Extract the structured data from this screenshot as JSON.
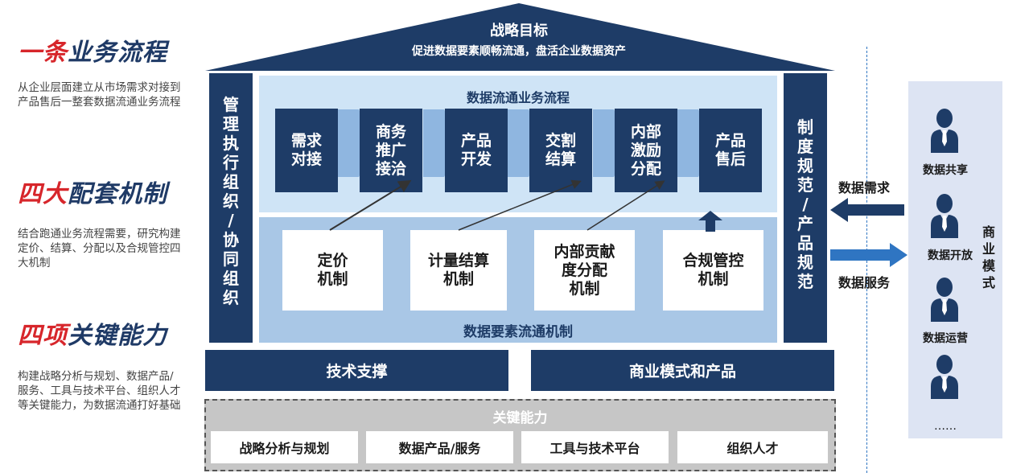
{
  "left": {
    "h1": {
      "red": "一条",
      "navy": "业务流程"
    },
    "d1": "从企业层面建立从市场需求对接到产品售后一整套数据流通业务流程",
    "h2": {
      "red": "四大",
      "navy": "配套机制"
    },
    "d2": "结合跑通业务流程需要，研究构建定价、结算、分配以及合规管控四大机制",
    "h3": {
      "red": "四项",
      "navy": "关键能力"
    },
    "d3": "构建战略分析与规划、数据产品/服务、工具与技术平台、组织人才等关键能力，为数据流通打好基础"
  },
  "roof": {
    "title": "战略目标",
    "subtitle": "促进数据要素顺畅流通，盘活企业数据资产"
  },
  "left_pillar": [
    "管",
    "理",
    "执",
    "行",
    "组",
    "织",
    "/",
    "协",
    "同",
    "组",
    "织"
  ],
  "right_pillar": [
    "制",
    "度",
    "规",
    "范",
    "/",
    "产",
    "品",
    "规",
    "范"
  ],
  "process": {
    "title": "数据流通业务流程",
    "steps": [
      "需求\n对接",
      "商务\n推广\n接洽",
      "产品\n开发",
      "交割\n结算",
      "内部\n激励\n分配",
      "产品\n售后"
    ]
  },
  "mechanism": {
    "title": "数据要素流通机制",
    "items": [
      "定价\n机制",
      "计量结算\n机制",
      "内部贡献\n度分配\n机制",
      "合规管控\n机制"
    ]
  },
  "bars": {
    "tech": "技术支撑",
    "biz": "商业模式和产品"
  },
  "capabilities": {
    "title": "关键能力",
    "items": [
      "战略分析与规划",
      "数据产品/服务",
      "工具与技术平台",
      "组织人才"
    ]
  },
  "flows": {
    "demand": "数据需求",
    "service": "数据服务"
  },
  "business_model": {
    "title": [
      "商",
      "业",
      "模",
      "式"
    ],
    "users": [
      "数据共享",
      "数据开放",
      "数据运营"
    ],
    "more": "……"
  },
  "colors": {
    "navy": "#1e3c67",
    "red": "#d7262b",
    "light_blue": "#cfe4f6",
    "mid_blue": "#a9c7e6",
    "arrow_blue": "#2f75c2"
  }
}
